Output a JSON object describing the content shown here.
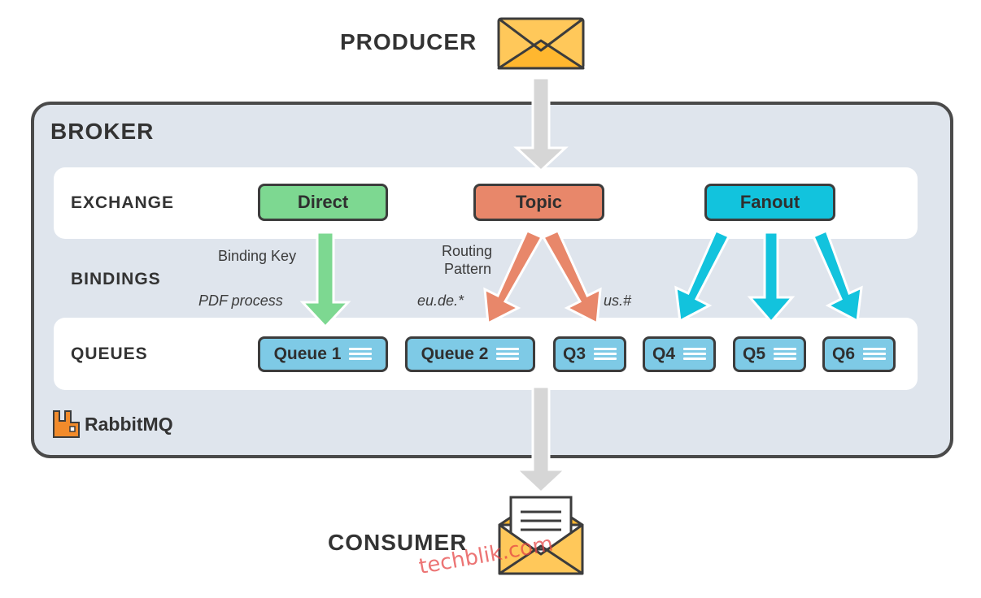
{
  "producer": {
    "label": "PRODUCER",
    "icon": "envelope-icon"
  },
  "consumer": {
    "label": "CONSUMER",
    "icon": "open-envelope-letter-icon"
  },
  "broker": {
    "title": "BROKER",
    "row_labels": {
      "exchange": "EXCHANGE",
      "bindings": "BINDINGS",
      "queues": "QUEUES"
    },
    "exchanges": [
      {
        "label": "Direct",
        "color": "#7dd891"
      },
      {
        "label": "Topic",
        "color": "#e8876a"
      },
      {
        "label": "Fanout",
        "color": "#12c3dd"
      }
    ],
    "annotations": {
      "binding_key": "Binding Key",
      "routing_pattern_line1": "Routing",
      "routing_pattern_line2": "Pattern",
      "pdf_process": "PDF process",
      "eu_de": "eu.de.*",
      "us_hash": "us.#"
    },
    "queues": [
      {
        "label": "Queue 1"
      },
      {
        "label": "Queue 2"
      },
      {
        "label": "Q3"
      },
      {
        "label": "Q4"
      },
      {
        "label": "Q5"
      },
      {
        "label": "Q6"
      }
    ],
    "brand": {
      "label": "RabbitMQ",
      "icon": "rabbitmq-logo-icon",
      "color": "#f28b2b"
    }
  },
  "colors": {
    "broker_bg": "#dfe5ed",
    "queue_fill": "#7ecae6",
    "flow_arrow": "#d4d4d4",
    "envelope_fill": "#ffc85a"
  },
  "watermark": "techblik.com"
}
